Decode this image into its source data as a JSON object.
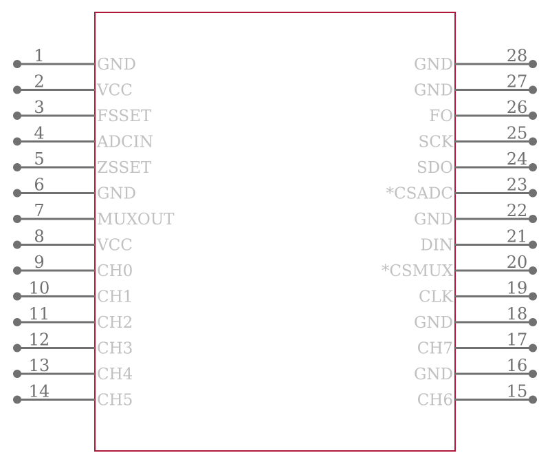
{
  "colors": {
    "body_outline": "#b0183a",
    "pin": "#707070",
    "pin_name": "#c0c0c0"
  },
  "left_pins": [
    {
      "number": "1",
      "name": "GND"
    },
    {
      "number": "2",
      "name": "VCC"
    },
    {
      "number": "3",
      "name": "FSSET"
    },
    {
      "number": "4",
      "name": "ADCIN"
    },
    {
      "number": "5",
      "name": "ZSSET"
    },
    {
      "number": "6",
      "name": "GND"
    },
    {
      "number": "7",
      "name": "MUXOUT"
    },
    {
      "number": "8",
      "name": "VCC"
    },
    {
      "number": "9",
      "name": "CH0"
    },
    {
      "number": "10",
      "name": "CH1"
    },
    {
      "number": "11",
      "name": "CH2"
    },
    {
      "number": "12",
      "name": "CH3"
    },
    {
      "number": "13",
      "name": "CH4"
    },
    {
      "number": "14",
      "name": "CH5"
    }
  ],
  "right_pins": [
    {
      "number": "28",
      "name": "GND"
    },
    {
      "number": "27",
      "name": "GND"
    },
    {
      "number": "26",
      "name": "FO"
    },
    {
      "number": "25",
      "name": "SCK"
    },
    {
      "number": "24",
      "name": "SDO"
    },
    {
      "number": "23",
      "name": "*CSADC"
    },
    {
      "number": "22",
      "name": "GND"
    },
    {
      "number": "21",
      "name": "DIN"
    },
    {
      "number": "20",
      "name": "*CSMUX"
    },
    {
      "number": "19",
      "name": "CLK"
    },
    {
      "number": "18",
      "name": "GND"
    },
    {
      "number": "17",
      "name": "CH7"
    },
    {
      "number": "16",
      "name": "GND"
    },
    {
      "number": "15",
      "name": "CH6"
    }
  ]
}
